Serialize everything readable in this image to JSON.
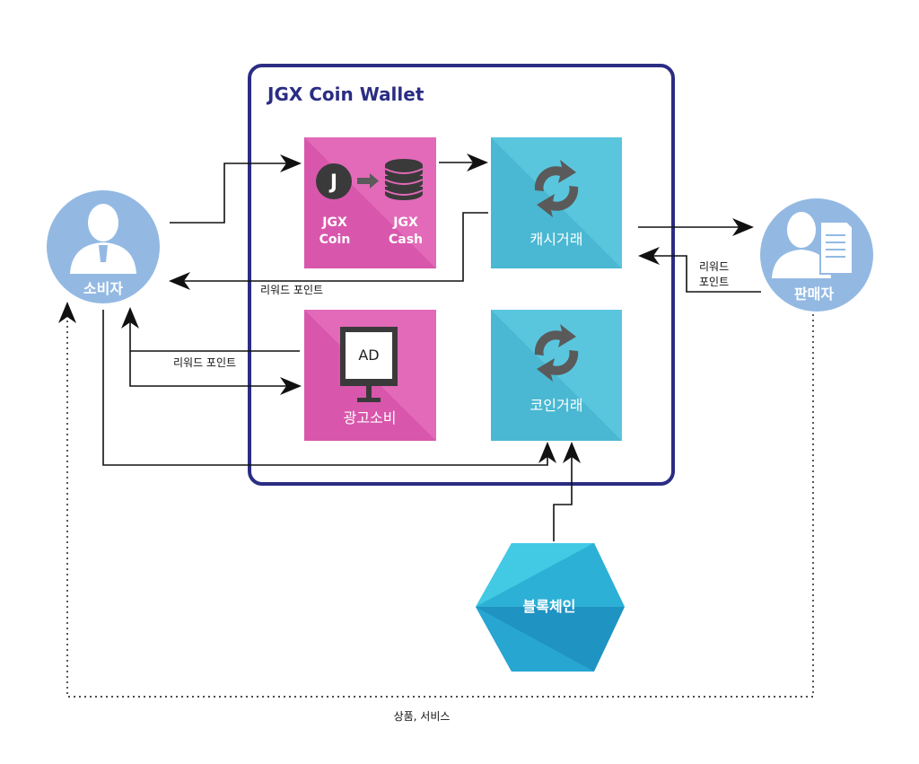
{
  "wallet": {
    "title": "JGX Coin Wallet"
  },
  "actors": {
    "consumer": {
      "label": "소비자",
      "icon": "consumer-person-icon"
    },
    "seller": {
      "label": "판매자",
      "icon": "seller-person-document-icon"
    }
  },
  "boxes": {
    "exchange": {
      "icon": "coin-to-cash-icon",
      "coin_letter": "J",
      "coin_label_1": "JGX",
      "coin_label_2": "Coin",
      "cash_label_1": "JGX",
      "cash_label_2": "Cash"
    },
    "cash_trade": {
      "label": "캐시거래",
      "icon": "refresh-cycle-icon"
    },
    "ad_consumption": {
      "label": "광고소비",
      "icon": "ad-billboard-icon",
      "ad_text": "AD"
    },
    "coin_trade": {
      "label": "코인거래",
      "icon": "refresh-cycle-icon"
    }
  },
  "blockchain": {
    "label": "블록체인"
  },
  "edge_labels": {
    "reward_points_top": "리워드 포인트",
    "reward_points_ad": "리워드 포인트",
    "seller_reward_line1": "리워드",
    "seller_reward_line2": "포인트",
    "goods_services": "상품, 서비스"
  },
  "colors": {
    "wallet_border": "#2b2d83",
    "pink": "#e05fb5",
    "pink_dark": "#d64fa8",
    "teal": "#4fbfd9",
    "teal_dark": "#3fb0cc",
    "actor_circle": "#8fb5e0",
    "hex_light": "#3ec6e2",
    "hex_dark": "#1e8fbd"
  }
}
